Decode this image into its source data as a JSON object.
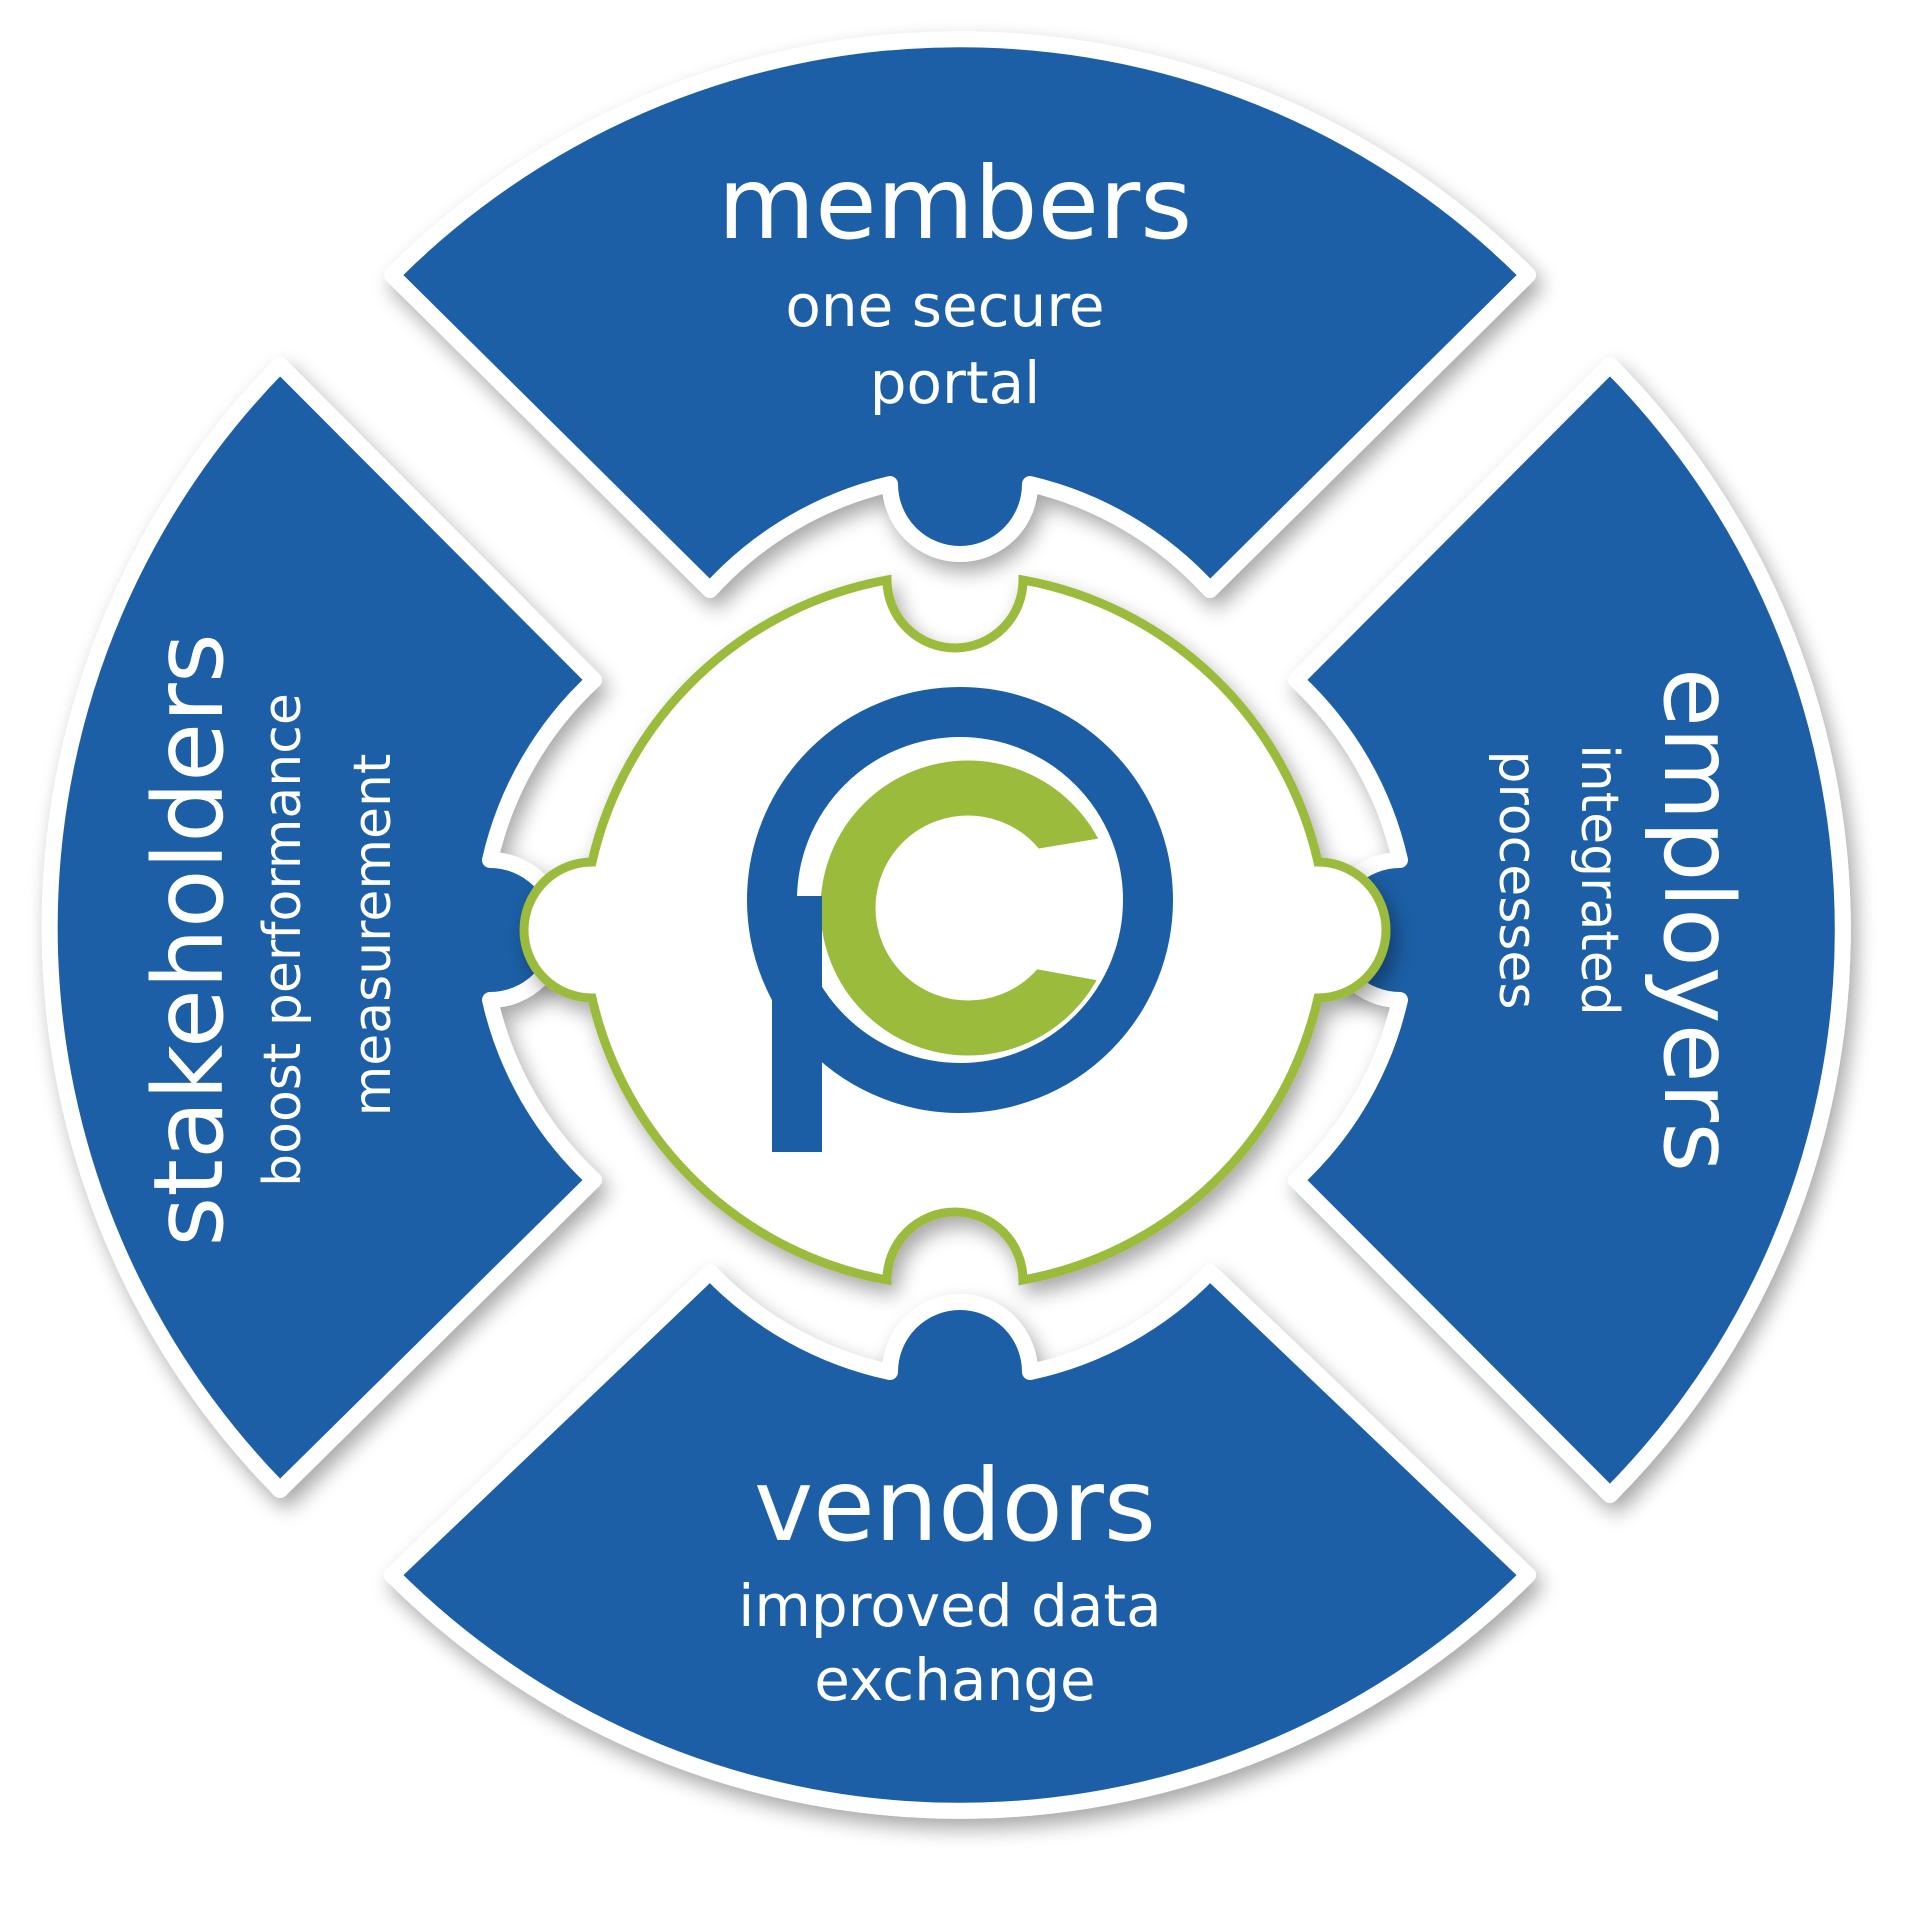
{
  "colors": {
    "segment_blue": "#1b5ea6",
    "ring_green": "#9bbb3c",
    "center_white": "#ffffff",
    "logo_blue": "#1b5ea6",
    "logo_green": "#9bbb3c"
  },
  "segments": {
    "top": {
      "title": "members",
      "line1": "one secure",
      "line2": "portal"
    },
    "right": {
      "title": "employers",
      "line1": "integrated",
      "line2": "processes"
    },
    "bottom": {
      "title": "vendors",
      "line1": "improved data",
      "line2": "exchange"
    },
    "left": {
      "title": "stakeholders",
      "line1": "boost performance",
      "line2": "measurement"
    }
  },
  "logo": {
    "icon": "pc-logo-icon"
  }
}
